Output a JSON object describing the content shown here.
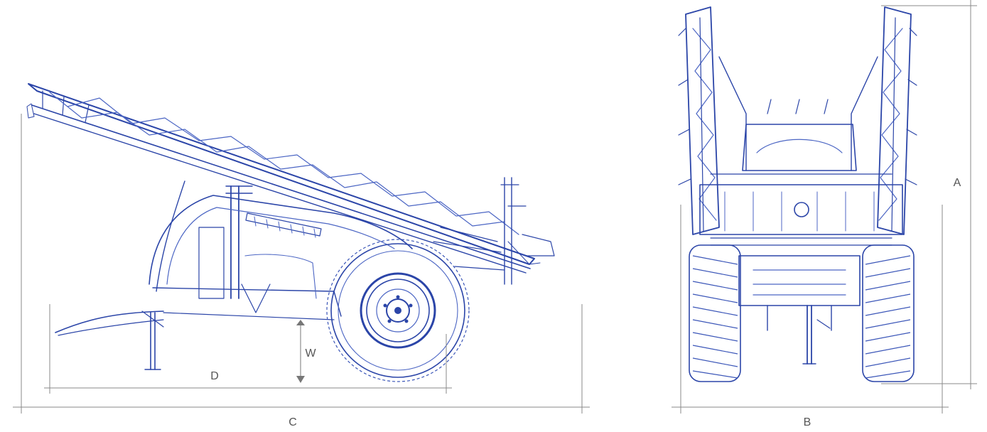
{
  "labels": {
    "a": "A",
    "b": "B",
    "c": "C",
    "d": "D",
    "w": "W"
  },
  "colors": {
    "line_art": "#2b45a8",
    "dimension_lines": "#8a8a8a",
    "label_text": "#555555",
    "background": "#ffffff"
  }
}
